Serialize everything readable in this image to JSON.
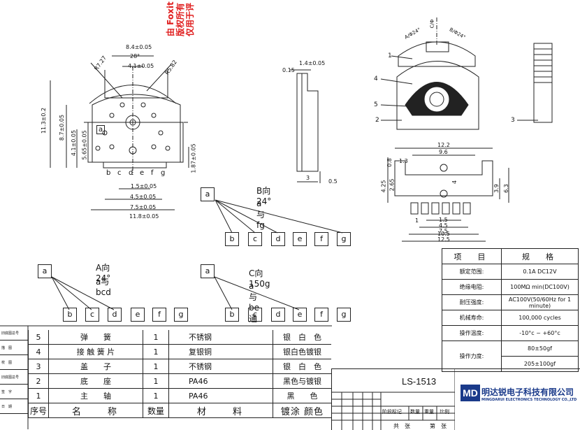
{
  "watermark": {
    "line1": "由 Foxit P",
    "line2": "版权所有",
    "line3": "仅用于评"
  },
  "front_view": {
    "dims": [
      "8.4±0.05",
      "28°",
      "4.1±0.05",
      "R7.27",
      "R5.82",
      "11.3±0.2",
      "8.7±0.05",
      "4.1±0.05",
      "5.65±0.05",
      "1.87±0.05",
      "1.5±0.05",
      "4.5±0.05",
      "7.5±0.05",
      "11.8±0.05"
    ],
    "pins": [
      "b",
      "c",
      "d",
      "e",
      "f",
      "g"
    ],
    "marker": "a"
  },
  "side_view": {
    "dims": [
      "1.4±0.05",
      "0.15",
      "3",
      "0.5"
    ]
  },
  "top_right_view": {
    "dims": [
      "A/Φ24°",
      "C/Φ",
      "B/Φ24°"
    ],
    "callouts": [
      "1",
      "2",
      "3",
      "4",
      "5"
    ]
  },
  "pcb_view": {
    "dims": [
      "12.2",
      "9.6",
      "1.3",
      "0.8",
      "4.25",
      "2.65",
      "4",
      "3.9",
      "6.3",
      "1",
      "1.5",
      "4.5",
      "7.5",
      "10.5",
      "12.5"
    ]
  },
  "schematics": [
    {
      "title": "B向24°",
      "subtitle": "a与fg",
      "root": "a",
      "leaves": [
        "b",
        "c",
        "d",
        "e",
        "f",
        "g"
      ]
    },
    {
      "title": "A向24°",
      "subtitle": "a与bcd",
      "root": "a",
      "leaves": [
        "b",
        "c",
        "d",
        "e",
        "f",
        "g"
      ]
    },
    {
      "title": "C向150g",
      "subtitle": "a与be通",
      "root": "a",
      "leaves": [
        "b",
        "c",
        "d",
        "e",
        "f",
        "g"
      ]
    }
  ],
  "spec_table": {
    "header": {
      "item": "项　目",
      "spec": "规　格"
    },
    "rows": [
      {
        "item": "额定范围:",
        "spec": "0.1A DC12V"
      },
      {
        "item": "绝缘电阻:",
        "spec": "100MΩ min(DC100V)"
      },
      {
        "item": "耐压强度:",
        "spec": "AC100V(50/60Hz for 1 minute)"
      },
      {
        "item": "机械寿命:",
        "spec": "100,000 cycles"
      },
      {
        "item": "操作温度:",
        "spec": "-10°c ~ +60°c"
      },
      {
        "item": "操作力度:",
        "spec": "80±50gf",
        "spec2": "205±100gf"
      }
    ]
  },
  "bom": {
    "rows": [
      {
        "no": "5",
        "name": "弹　　簧",
        "qty": "1",
        "material": "不锈钢",
        "finish": "银　白　色"
      },
      {
        "no": "4",
        "name": "接 触 簧 片",
        "qty": "1",
        "material": "复银铜",
        "finish": "银白色镀银"
      },
      {
        "no": "3",
        "name": "盖　　子",
        "qty": "1",
        "material": "不锈钢",
        "finish": "银　白　色"
      },
      {
        "no": "2",
        "name": "底　　座",
        "qty": "1",
        "material": "PA46",
        "finish": "黑色与镀银"
      },
      {
        "no": "1",
        "name": "主　　轴",
        "qty": "1",
        "material": "PA46",
        "finish": "黑　　色"
      }
    ],
    "header": {
      "no": "序号",
      "name": "名　　称",
      "qty": "数量",
      "material": "材　　料",
      "finish": "镀涂 颜色"
    }
  },
  "side_labels": [
    "旧底图总号",
    "描　图",
    "校　图",
    "旧底图总号",
    "签　字",
    "日　期"
  ],
  "title_block": {
    "part_no": "LS-1513",
    "stage": "阶段标记",
    "qty": "数量",
    "weight": "重量",
    "scale": "比例",
    "total": "共　张",
    "sheet": "第　张",
    "company_cn": "明达锐电子科技有限公司",
    "company_en": "MINGDARUI ELECTRONICS TECHNOLOGY CO.,LTD",
    "logo": "MD"
  }
}
